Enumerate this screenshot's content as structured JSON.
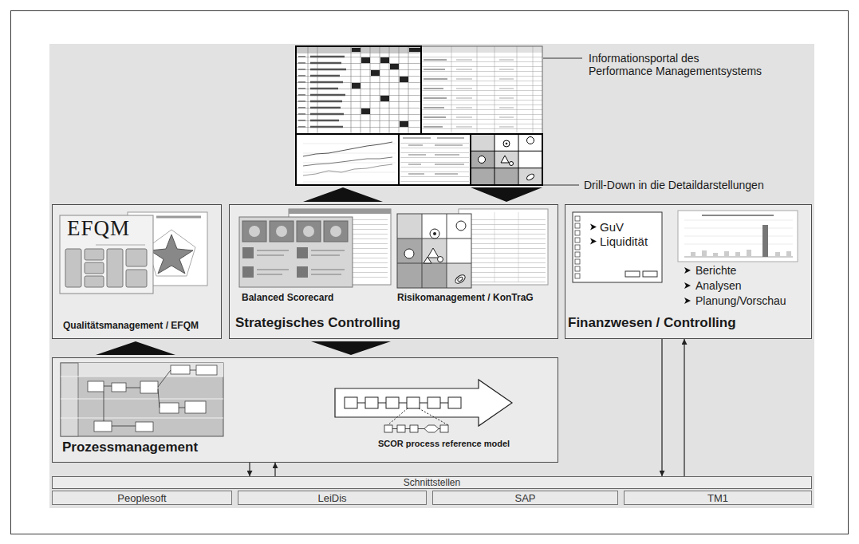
{
  "diagram": {
    "nodes": [
      {
        "text": [
          "Informationsportal des Performance Managementsystems"
        ]
      },
      {
        "text": [
          "Qualitätsmanagement / EFQM"
        ]
      },
      {
        "text": [
          "Strategisches Controlling"
        ]
      },
      {
        "text": [
          "Finanzwesen / Controlling"
        ]
      },
      {
        "text": [
          "Prozessmanagement"
        ]
      },
      {
        "text": [
          "Schnittstellen"
        ]
      },
      {
        "text": [
          "Peoplesoft"
        ]
      },
      {
        "text": [
          "LeiDis"
        ]
      },
      {
        "text": [
          "SAP"
        ]
      },
      {
        "text": [
          "TM1"
        ]
      }
    ],
    "edges": [
      {
        "from": 2,
        "to": 0,
        "arrow": "to"
      },
      {
        "from": 0,
        "to": 2,
        "arrow": "to"
      },
      {
        "from": 4,
        "to": 1,
        "arrow": "to"
      },
      {
        "from": 2,
        "to": 4,
        "arrow": "to"
      },
      {
        "from": 4,
        "to": 5,
        "arrow": "to"
      },
      {
        "from": 5,
        "to": 4,
        "arrow": "to"
      },
      {
        "from": 3,
        "to": 5,
        "arrow": "to"
      },
      {
        "from": 5,
        "to": 3,
        "arrow": "to"
      }
    ],
    "labels": [
      "Drill-Down in die Detaildarstellungen",
      "EFQM",
      "Balanced Scorecard",
      "Risikomanagement / KonTraG",
      "GuV",
      "Liquidität",
      "Berichte",
      "Analysen",
      "Planung/Vorschau",
      "SCOR process reference model"
    ]
  }
}
